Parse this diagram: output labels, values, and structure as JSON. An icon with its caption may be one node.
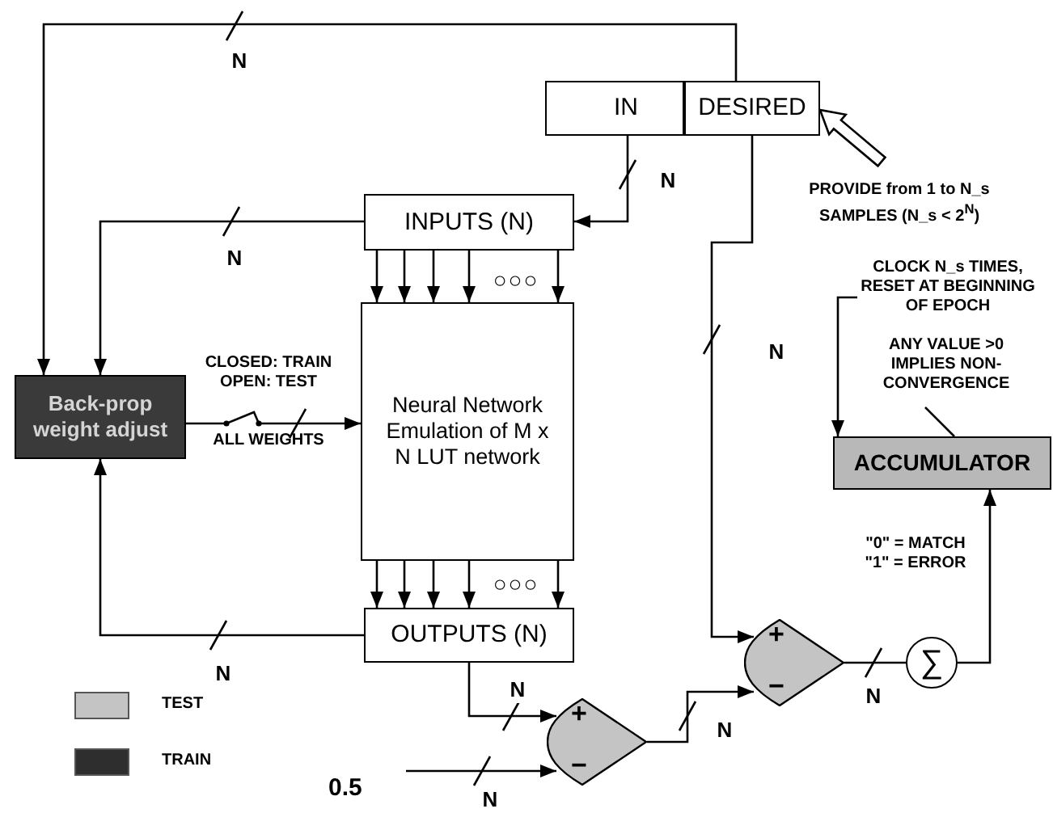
{
  "diagram": {
    "nodes": [
      {
        "text": [
          "IN"
        ]
      },
      {
        "text": [
          "DESIRED"
        ]
      },
      {
        "text": [
          "PROVIDE from 1 to N_s SAMPLES (N_s < 2$^{N}$)"
        ]
      },
      {
        "text": [
          "INPUTS (N)"
        ]
      },
      {
        "text": [
          "CLOCK N_s TIMES, RESET AT BEGINNING OF EPOCH"
        ]
      },
      {
        "text": [
          "ANY VALUE >0 IMPLIES NON-CONVERGENCE"
        ]
      },
      {
        "text": [
          "Back-prop weight adjust"
        ]
      },
      {
        "text": [
          "Neural Network Emulation of M x N LUT network"
        ]
      },
      {
        "text": [
          "ACCUMULATOR"
        ]
      },
      {
        "text": [
          "OUTPUTS (N)"
        ]
      },
      {
        "text": [
          "+",
          "−"
        ]
      },
      {
        "text": [
          "∑"
        ]
      },
      {
        "text": [
          "+",
          "−"
        ]
      },
      {
        "text": [
          "0.5"
        ]
      }
    ],
    "edges": [
      {
        "from": 1,
        "to": 6,
        "arrow": "to",
        "label": "N"
      },
      {
        "from": 0,
        "to": 3,
        "arrow": "to",
        "label": "N"
      },
      {
        "from": 3,
        "to": 6,
        "arrow": "to",
        "label": "N"
      },
      {
        "from": 3,
        "to": 7,
        "arrow": "to"
      },
      {
        "from": 3,
        "to": 7,
        "arrow": "to"
      },
      {
        "from": 3,
        "to": 7,
        "arrow": "to"
      },
      {
        "from": 3,
        "to": 7,
        "arrow": "to"
      },
      {
        "from": 3,
        "to": 7,
        "arrow": "to"
      },
      {
        "from": 6,
        "to": 7,
        "arrow": "to"
      },
      {
        "from": 7,
        "to": 9,
        "arrow": "to"
      },
      {
        "from": 7,
        "to": 9,
        "arrow": "to"
      },
      {
        "from": 7,
        "to": 9,
        "arrow": "to"
      },
      {
        "from": 7,
        "to": 9,
        "arrow": "to"
      },
      {
        "from": 7,
        "to": 9,
        "arrow": "to"
      },
      {
        "from": 9,
        "to": 6,
        "arrow": "to",
        "label": "N"
      },
      {
        "from": 1,
        "to": 10,
        "arrow": "to",
        "label": "N"
      },
      {
        "from": 9,
        "to": 12,
        "arrow": "to",
        "label": "N"
      },
      {
        "from": 13,
        "to": 12,
        "arrow": "to",
        "label": "N"
      },
      {
        "from": 12,
        "to": 10,
        "arrow": "to",
        "label": "N"
      },
      {
        "from": 10,
        "to": 11,
        "arrow": "none",
        "label": "N"
      },
      {
        "from": 11,
        "to": 8,
        "arrow": "to"
      },
      {
        "from": 2,
        "to": 1,
        "arrow": "to",
        "style": "thick"
      },
      {
        "from": 4,
        "to": 8,
        "arrow": "to"
      },
      {
        "from": 5,
        "to": 8,
        "arrow": "none"
      }
    ],
    "labels": [
      "CLOSED: TRAIN OPEN: TEST",
      "ALL WEIGHTS",
      "○○○",
      "○○○",
      "\"0\" = MATCH \"1\" = ERROR"
    ],
    "legend": [
      {
        "text": "TEST",
        "color": "#c4c4c4"
      },
      {
        "text": "TRAIN",
        "color": "#2e2e2e"
      }
    ]
  }
}
